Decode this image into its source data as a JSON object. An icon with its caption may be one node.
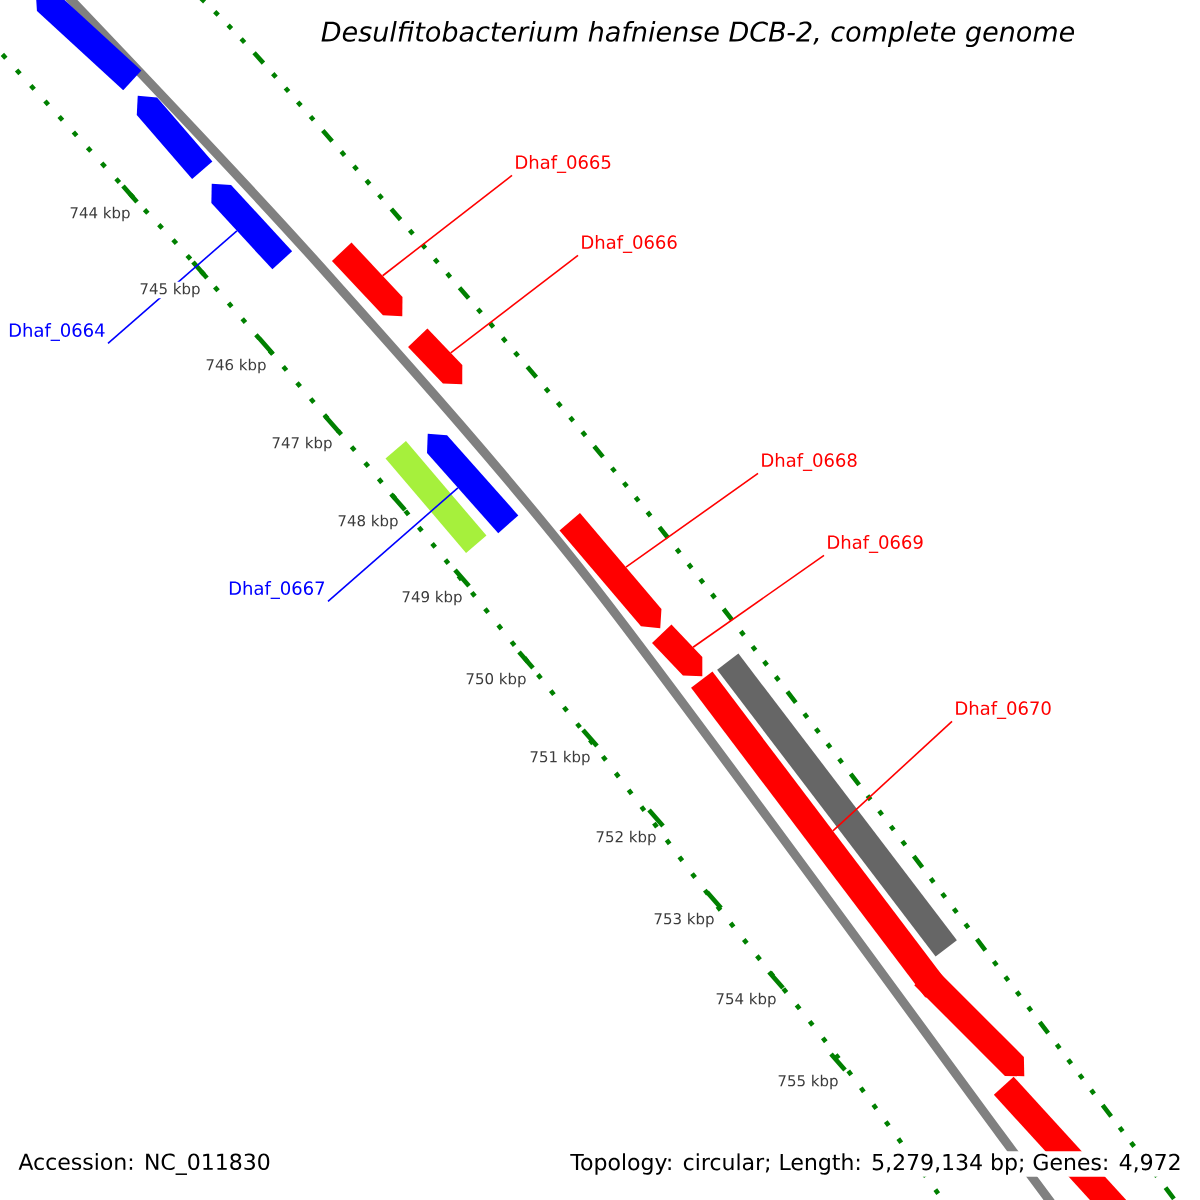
{
  "diagram": {
    "title": "Desulfitobacterium hafniense DCB-2, complete genome",
    "nodes": [
      {
        "text": [],
        "shape": "arrow"
      },
      {
        "text": [],
        "shape": "arrow"
      },
      {
        "text": [
          "Dhaf_0665"
        ]
      },
      {
        "text": [],
        "shape": "arrow"
      },
      {
        "text": [],
        "shape": "arrow"
      },
      {
        "text": [
          "Dhaf_0666"
        ]
      },
      {
        "text": [
          "Dhaf_0664"
        ]
      },
      {
        "text": [],
        "shape": "arrow"
      },
      {
        "text": [],
        "shape": "arrow"
      },
      {
        "text": [],
        "shape": "bar"
      },
      {
        "text": [
          "Dhaf_0668"
        ]
      },
      {
        "text": [
          "Dhaf_0669"
        ]
      },
      {
        "text": [
          "Dhaf_0667"
        ]
      },
      {
        "text": [],
        "shape": "arrow"
      },
      {
        "text": [],
        "shape": "arrow"
      },
      {
        "text": [],
        "shape": "bar"
      },
      {
        "text": [
          "Dhaf_0670"
        ]
      },
      {
        "text": [],
        "shape": "arrow"
      },
      {
        "text": [],
        "shape": "arrow"
      },
      {
        "text": [],
        "shape": "arrow"
      }
    ],
    "edges": [
      {
        "from": 2,
        "to": 4,
        "arrow": "none"
      },
      {
        "from": 5,
        "to": 7,
        "arrow": "none"
      },
      {
        "from": 6,
        "to": 3,
        "arrow": "none",
        "color": "#0000ff"
      },
      {
        "from": 10,
        "to": 13,
        "arrow": "none"
      },
      {
        "from": 11,
        "to": 14,
        "arrow": "none"
      },
      {
        "from": 12,
        "to": 8,
        "arrow": "none",
        "color": "#0000ff"
      },
      {
        "from": 16,
        "to": 17,
        "arrow": "none"
      }
    ],
    "labels": [
      "744 kbp",
      "745 kbp",
      "746 kbp",
      "747 kbp",
      "748 kbp",
      "749 kbp",
      "750 kbp",
      "751 kbp",
      "752 kbp",
      "753 kbp",
      "754 kbp",
      "755 kbp",
      "Accession: NC_011830",
      "Topology: circular; Length: 5,279,134 bp; Genes: 4,972"
    ]
  }
}
